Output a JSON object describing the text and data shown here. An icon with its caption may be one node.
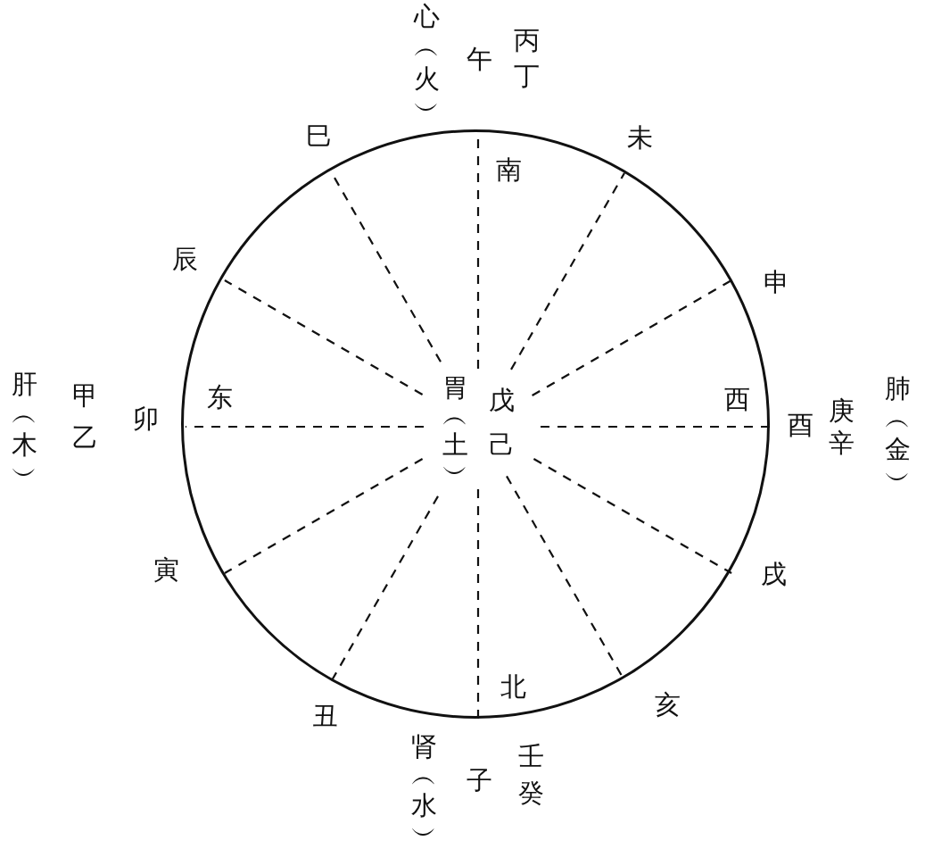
{
  "diagram": {
    "nodes": [
      {
        "text": [
          "南",
          "东",
          "胃︵土︶",
          "戊己",
          "西",
          "北"
        ]
      }
    ],
    "labels": [
      "心︵火︶",
      "午",
      "丙丁",
      "巳",
      "未",
      "辰",
      "申",
      "肝︵木︶",
      "甲乙",
      "卯",
      "酉",
      "庚辛",
      "肺︵金︶",
      "寅",
      "戌",
      "丑",
      "亥",
      "肾︵水︶",
      "子",
      "壬癸"
    ]
  }
}
